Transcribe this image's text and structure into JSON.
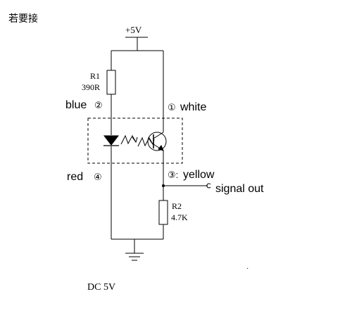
{
  "header": {
    "note": "若要接"
  },
  "supply": {
    "label": "+5V"
  },
  "resistor_r1": {
    "name": "R1",
    "value": "390R"
  },
  "resistor_r2": {
    "name": "R2",
    "value": "4.7K"
  },
  "pins": {
    "blue_label": "blue",
    "blue_num": "②",
    "white_num": "①",
    "white_label": "white",
    "red_label": "red",
    "red_num": "④",
    "yellow_num": "③:",
    "yellow_label": "yellow"
  },
  "output": {
    "label": "signal out"
  },
  "footer": {
    "caption": "DC 5V"
  },
  "stray_mark": "·",
  "colors": {
    "line": "#000000",
    "background": "#ffffff"
  }
}
